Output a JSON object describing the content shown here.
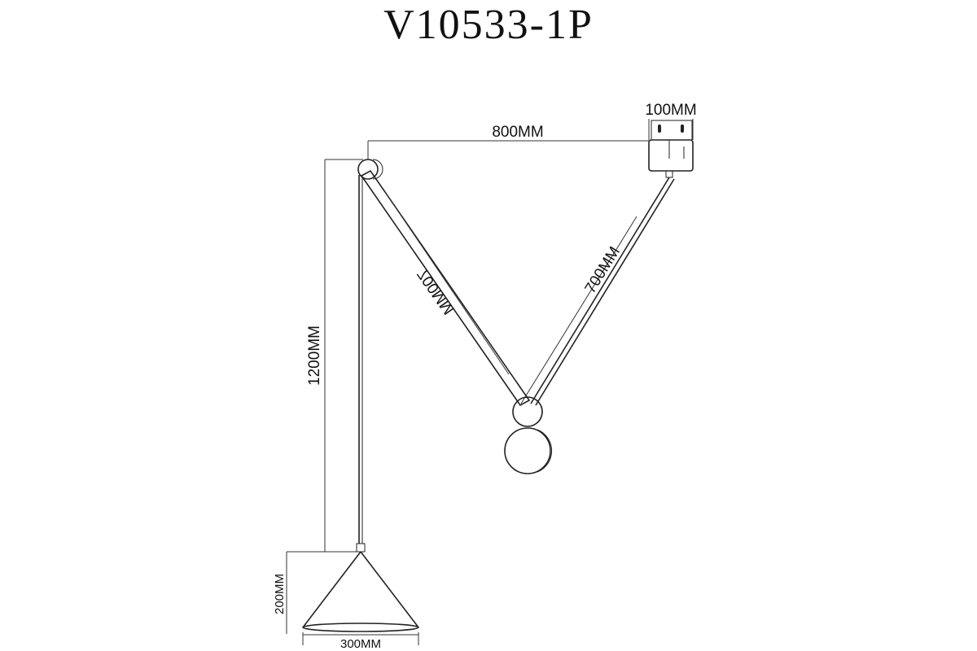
{
  "title": "V10533-1P",
  "dimensions": {
    "top_span": "800MM",
    "canopy_width": "100MM",
    "upper_arm_left": "700MM",
    "upper_arm_right": "700MM",
    "drop_height": "1200MM",
    "shade_height": "200MM",
    "shade_diameter": "300MM"
  }
}
